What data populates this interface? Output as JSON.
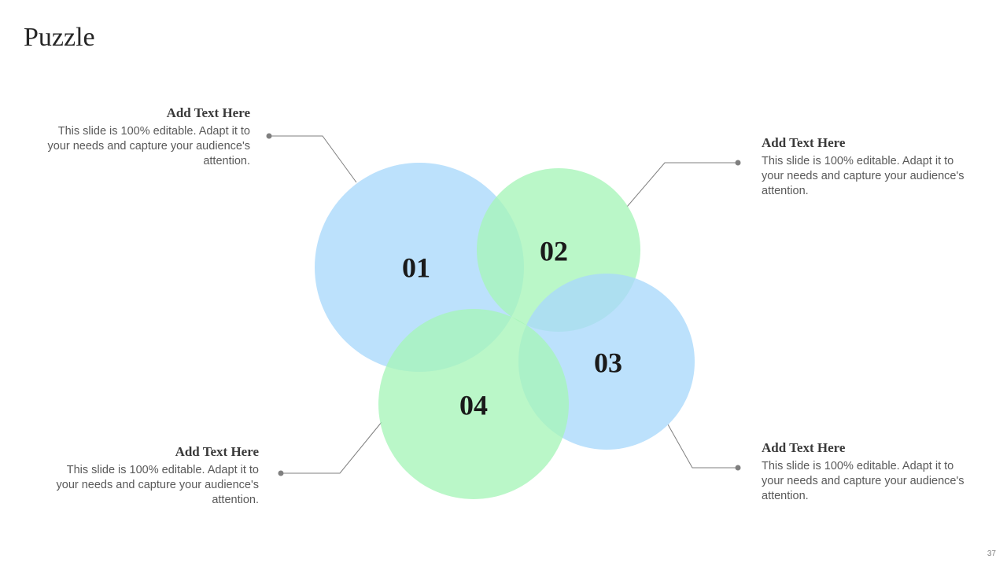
{
  "slide": {
    "title": "Puzzle",
    "page_number": "37"
  },
  "circles": [
    {
      "label": "01",
      "color": "#a9d8fb"
    },
    {
      "label": "02",
      "color": "#a6f5b8"
    },
    {
      "label": "03",
      "color": "#a9d8fb"
    },
    {
      "label": "04",
      "color": "#a6f5b8"
    }
  ],
  "callouts": [
    {
      "heading": "Add Text Here",
      "body": "This slide is 100% editable. Adapt it to your needs and capture your audience's attention."
    },
    {
      "heading": "Add Text Here",
      "body": "This slide is 100% editable. Adapt it to your needs and capture your audience's attention."
    },
    {
      "heading": "Add Text Here",
      "body": "This slide is 100% editable. Adapt it to your needs and capture your audience's attention."
    },
    {
      "heading": "Add Text Here",
      "body": "This slide is 100% editable. Adapt it to your needs and capture your audience's attention."
    }
  ],
  "colors": {
    "connector": "#7f7f7f"
  }
}
